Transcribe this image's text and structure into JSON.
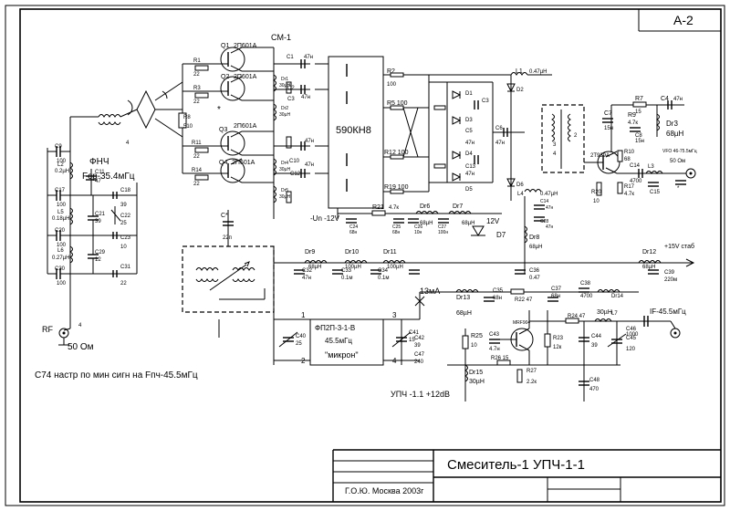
{
  "sheet": {
    "code": "A-2",
    "block_label": "CM-1"
  },
  "title_block": {
    "title": "Смеситель-1 УПЧ-1-1",
    "organization": "Г.О.Ю. Москва 2003г"
  },
  "notes": {
    "lpf_title": "ФНЧ",
    "lpf_cutoff": "Fср-35.4мГц",
    "rf_port": "RF",
    "rf_impedance": "50 Ом",
    "c74_note": "С74 настр по мин сигн на Fпч-45.5мГц",
    "current_note": "13мА",
    "amp_note": "УПЧ -1.1  +12dB",
    "supply_neg": "-Un -12V",
    "supply_12v": "12V",
    "supply_pos": "+15V стаб",
    "if_port": "IF-45.5мГц",
    "vco_note": "VFO 46-75.5мГц",
    "vco_impedance": "50 Ом",
    "filter_name": "ФП2П-3-1-В",
    "filter_freq": "45.5мГц",
    "filter_maker": "\"микрон\"",
    "mixer_chip": "590КН8",
    "star": "*"
  },
  "pins": [
    "1",
    "2",
    "3",
    "4"
  ],
  "components": {
    "Q1": "Q1",
    "Q1_type": "2П601А",
    "Q2": "Q2",
    "Q2_type": "2П601А",
    "Q3": "Q3",
    "Q3_type": "2П601А",
    "Q4": "Q4",
    "Q4_type": "2П601А",
    "Q5": "2Т939А",
    "Q6": "MRF904",
    "R1": "R1",
    "R1_val": "22",
    "R3": "R3",
    "R3_val": "22",
    "R11": "R11",
    "R11_val": "22",
    "R14": "R14",
    "R14_val": "22",
    "R8": "R8",
    "R8_val": "510",
    "R2": "R2",
    "R2_val": "100",
    "R5": "R5 100",
    "R12": "R12 100",
    "R19": "R19 100",
    "R7": "R7",
    "R7_val": "15",
    "R9": "R9",
    "R9_val": "4.7к",
    "R10": "R10",
    "R10_val": "68",
    "R17": "R17",
    "R17_val": "4.7к",
    "R20": "R20",
    "R20_val": "10",
    "R21": "R21",
    "R21_val": "4.7к",
    "R22": "R22 47",
    "R23": "R23",
    "R23_val": "12к",
    "R24": "R24 47",
    "R25": "R25",
    "R25_val": "10",
    "R26": "R26 15",
    "R27": "R27",
    "R27_val": "2.2к",
    "C1": "C1",
    "C1_val": "47н",
    "C2": "C2",
    "C3": "C3",
    "C4": "C4",
    "C4_val": "47н",
    "C5": "C5",
    "C5_val": "47н",
    "C6": "C6",
    "C6_val": "47н",
    "C7": "C7",
    "C7_val": "15н",
    "C8": "C8",
    "C8_val": "15н",
    "C9": "C9",
    "C9_val": "100",
    "C10": "C10",
    "C11": "C11",
    "C11_val": "47",
    "C12": "C12",
    "C13": "C13",
    "C13_val": "47н",
    "C14": "C14",
    "C14_val": "4700",
    "C15": "C15",
    "C17": "C17",
    "C17_val": "100",
    "C18": "C18",
    "C18_val": "39",
    "C20": "C20",
    "C20_val": "100",
    "C21": "C21",
    "C21_val": "39",
    "C22": "C22",
    "C22_val": "25",
    "C23": "C23",
    "C23_val": "10",
    "C24": "C24",
    "C24_val": "68н",
    "C25": "C25",
    "C25_val": "68н",
    "C26": "C26",
    "C26_val": "10н",
    "C27": "C27",
    "C27_val": "100н",
    "C28": "C28",
    "C28_val": "47н",
    "C29": "C29",
    "C29_val": "12",
    "C30": "C30",
    "C30_val": "100",
    "C31": "C31",
    "C31_val": "22",
    "C32": "C32",
    "C32_val": "47н",
    "C33": "C33",
    "C33_val": "0.1м",
    "C34": "C34",
    "C34_val": "0.1м",
    "C35": "C35",
    "C35_val": "68н",
    "C36": "C36",
    "C36_val": "0.47",
    "C37": "C37",
    "C37_val": "68н",
    "C38": "C38",
    "C38_val": "4700",
    "C39": "C39",
    "C39_val": "220м",
    "C40": "C40",
    "C40_val": "25",
    "C41": "C41",
    "C41_val": "15",
    "C42": "C42",
    "C42_val": "39",
    "C43": "C43",
    "C43_val": "4.7н",
    "C44": "C44",
    "C44_val": "39",
    "C45": "C45",
    "C45_val": "120",
    "C46": "C46",
    "C46_val": "1000",
    "C47": "C47",
    "C47_val": "240",
    "C48": "C48",
    "C48_val": "470",
    "Cstar": "C*",
    "Cstar_val": "22п",
    "L1": "L1",
    "L1_val": "0.47µН",
    "L2": "L2",
    "L2_val": "0.2µН",
    "L3": "L3",
    "L4": "L4",
    "L4_val": "0.47µН",
    "L5": "L5",
    "L5_val": "0.18µН",
    "L6": "L6",
    "L6_val": "0.27µН",
    "L7": "L7",
    "Dr1": "Dr1",
    "Dr2": "Dr2",
    "Dr4": "Dr4",
    "Dr5": "Dr5",
    "dr_small_val": "30µН",
    "Dr3": "Dr3",
    "Dr3_val": "68µН",
    "Dr6": "Dr6",
    "Dr6_val": "68µН",
    "Dr7": "Dr7",
    "Dr7_val": "68µН",
    "Dr8": "Dr8",
    "Dr8_val": "68µН",
    "Dr9": "Dr9",
    "Dr9_val": "68µН",
    "Dr10": "Dr10",
    "Dr10_val": "100µН",
    "Dr11": "Dr11",
    "Dr11_val": "100µН",
    "Dr12": "Dr12",
    "Dr12_val": "68µН",
    "Dr13": "Dr13",
    "Dr13_val": "68µН",
    "Dr14": "Dr14",
    "Dr14_val": "30µН",
    "Dr15": "Dr15",
    "Dr15_val": "30µН",
    "D1": "D1",
    "D2": "D2",
    "D3": "D3",
    "D4": "D4",
    "D5": "D5",
    "D6": "D6",
    "D7": "D7"
  }
}
